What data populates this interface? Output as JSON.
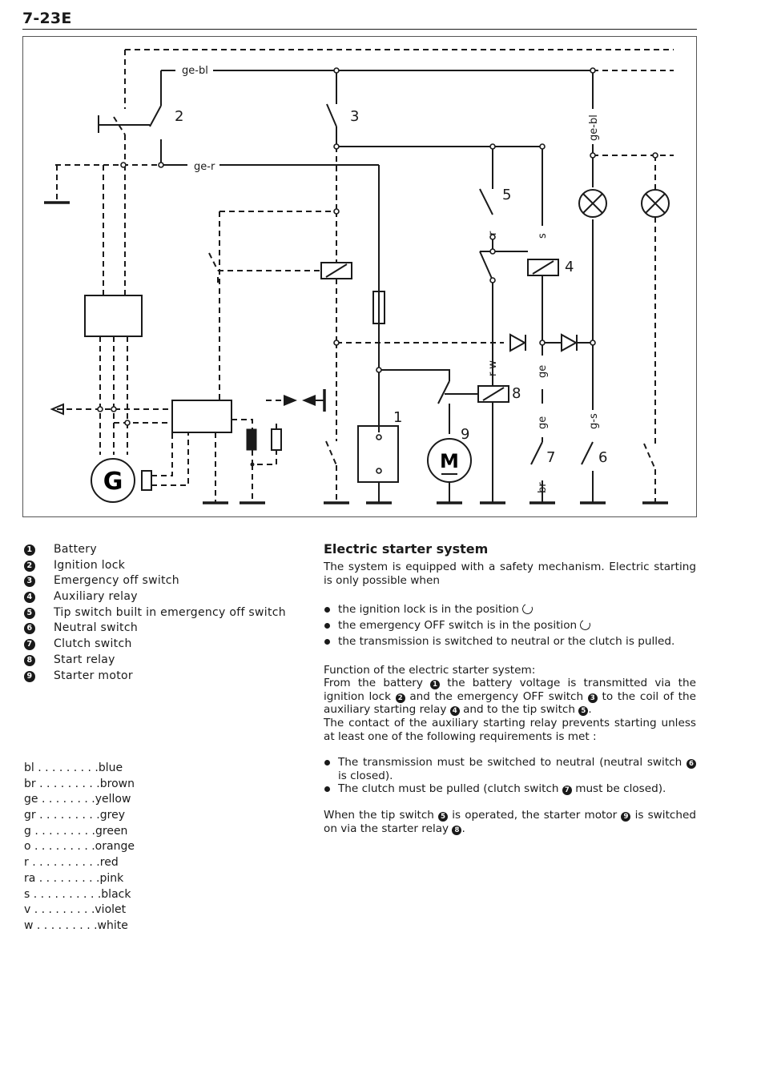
{
  "page_number": "7-23E",
  "diagram": {
    "wire_labels": {
      "ge_bl_top": "ge-bl",
      "ge_r": "ge-r",
      "ge_bl_vertical": "ge-bl",
      "r": "r",
      "s": "s",
      "r_w": "r-w",
      "ge_upper": "ge",
      "ge_lower": "ge",
      "g_s": "g-s",
      "br": "br"
    },
    "component_numbers": {
      "n1": "1",
      "n2": "2",
      "n3": "3",
      "n4": "4",
      "n5": "5",
      "n6": "6",
      "n7": "7",
      "n8": "8",
      "n9": "9"
    },
    "generator_symbol": "G",
    "motor_symbol": "M"
  },
  "legend": [
    {
      "num": "1",
      "label": "Battery"
    },
    {
      "num": "2",
      "label": "Ignition lock"
    },
    {
      "num": "3",
      "label": "Emergency off switch"
    },
    {
      "num": "4",
      "label": "Auxiliary relay"
    },
    {
      "num": "5",
      "label": "Tip switch built in emergency off switch"
    },
    {
      "num": "6",
      "label": "Neutral switch"
    },
    {
      "num": "7",
      "label": "Clutch switch"
    },
    {
      "num": "8",
      "label": "Start relay"
    },
    {
      "num": "9",
      "label": "Starter motor"
    }
  ],
  "color_codes": [
    "bl . . . . . . . . .blue",
    "br . . . . . . . . .brown",
    "ge  . . . . . . . .yellow",
    "gr . . . . . . . . .grey",
    "g  . . . . . . . . .green",
    "o  . . . . . . . . .orange",
    "r . . . . . . . . . .red",
    "ra . . . . . . . . .pink",
    "s . . . . . . . . . .black",
    "v  . . . . . . . . .violet",
    "w  . . . . . . . . .white"
  ],
  "article": {
    "title": "Electric starter system",
    "intro": "The system is equipped with a safety mechanism. Electric starting is only possible when",
    "conditions": [
      "the ignition lock is in the position",
      "the emergency OFF switch is in the position",
      "the transmission is switched to neutral or the clutch is pulled."
    ],
    "function_heading": "Function of the electric starter system:",
    "function_p1": {
      "a": "From the battery",
      "n1": "1",
      "b": "the battery voltage is transmitted via the ignition lock",
      "n2": "2",
      "c": "and the emergency OFF switch",
      "n3": "3",
      "d": "to the coil of the auxiliary starting relay",
      "n4": "4",
      "e": "and to the tip switch",
      "n5": "5",
      "f": "."
    },
    "function_p2": "The contact of the auxiliary starting relay prevents starting unless at least one of the following requirements is met :",
    "requirements": [
      {
        "a": "The transmission must be switched to neutral (neutral switch",
        "n": "6",
        "b": "is closed)."
      },
      {
        "a": "The clutch must be pulled (clutch switch",
        "n": "7",
        "b": "must be closed)."
      }
    ],
    "closing": {
      "a": "When the tip switch",
      "n5": "5",
      "b": "is operated, the starter motor",
      "n9": "9",
      "c": "is switched on via the starter relay",
      "n8": "8",
      "d": "."
    }
  }
}
